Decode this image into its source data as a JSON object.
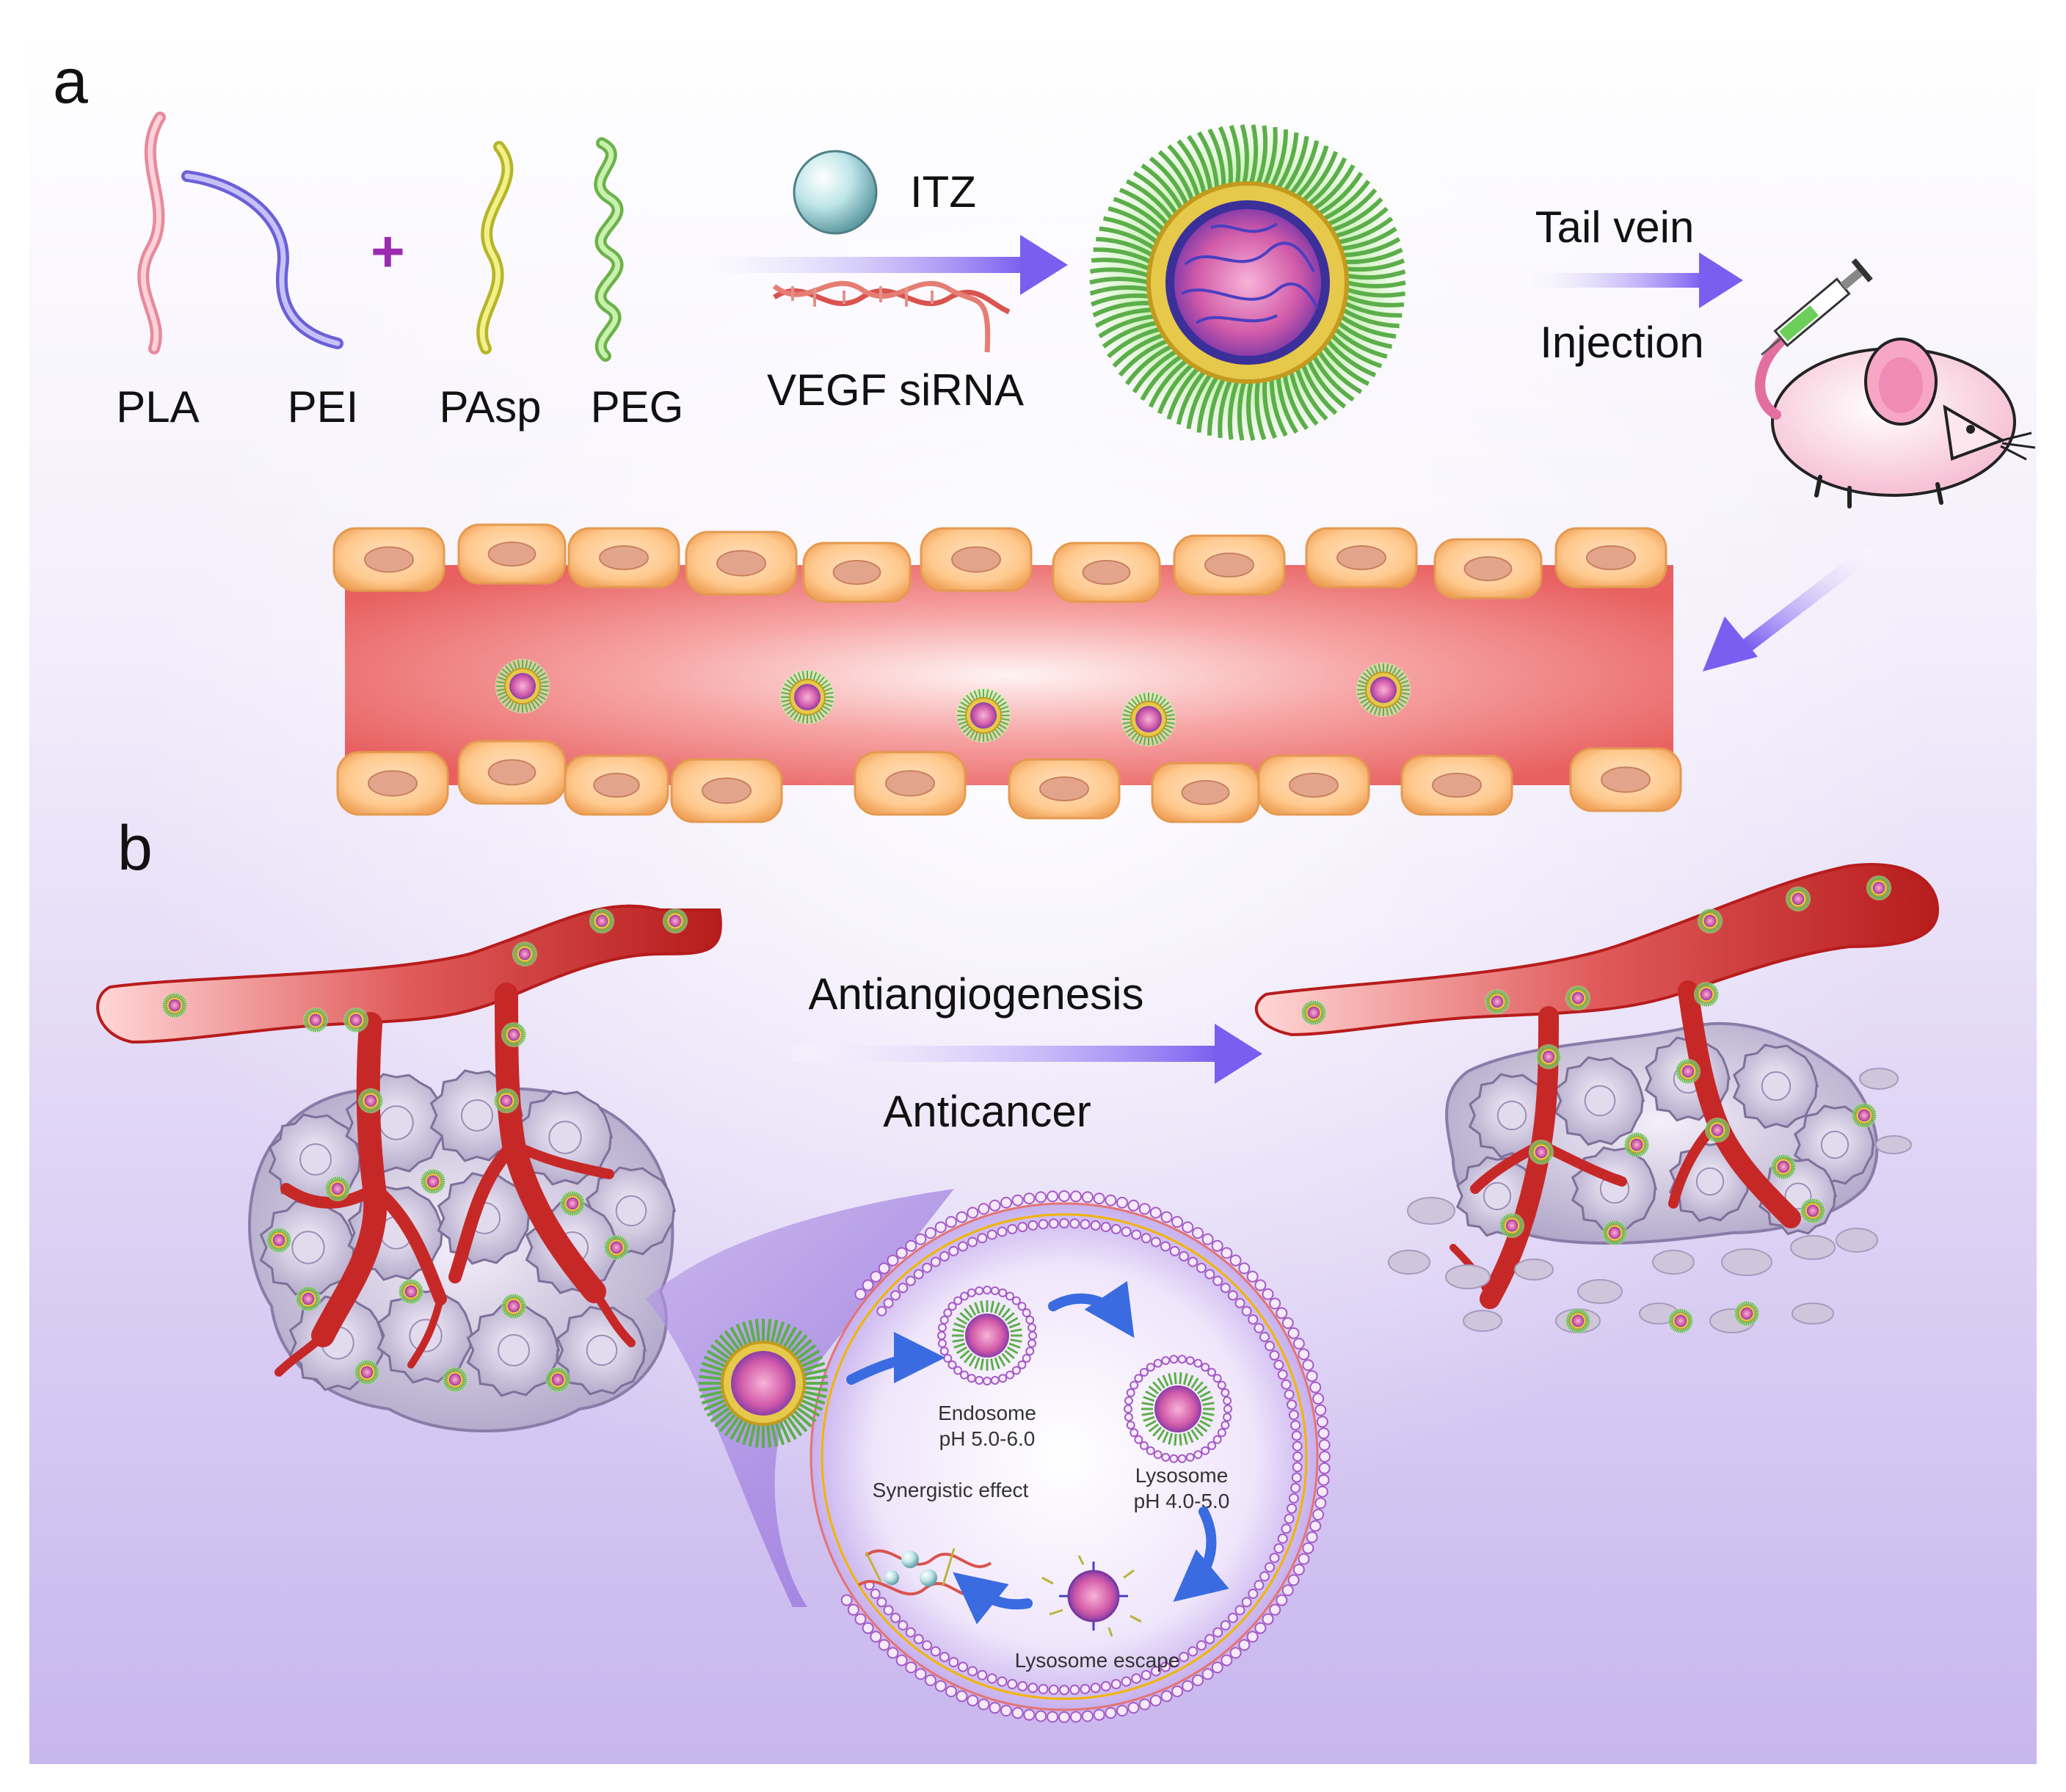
{
  "panels": {
    "a": {
      "letter": "a"
    },
    "b": {
      "letter": "b"
    }
  },
  "materials": {
    "polymers": [
      "PLA",
      "PEI",
      "PAsp",
      "PEG"
    ],
    "plus": "+",
    "drug": "ITZ",
    "gene": "VEGF siRNA"
  },
  "route": {
    "line1": "Tail vein",
    "line2": "Injection"
  },
  "effects": {
    "line1": "Antiangiogenesis",
    "line2": "Anticancer"
  },
  "cell": {
    "endosome": "Endosome",
    "endosome_ph": "pH 5.0-6.0",
    "lysosome": "Lysosome",
    "lysosome_ph": "pH 4.0-5.0",
    "escape": "Lysosome escape",
    "synergy": "Synergistic effect"
  },
  "colors": {
    "PLA": "#f4a9b8",
    "PEI": "#8c82e6",
    "PAsp": "#d8d84a",
    "PEG": "#8cd36e",
    "arrow": "#7a5ef0",
    "vessel": "#c62828",
    "background_light": "#ffffff",
    "background_violet": "#c9b7ee"
  },
  "icons": [
    "itz-sphere-icon",
    "sirna-helix-icon",
    "micelle-icon",
    "mouse-icon",
    "syringe-icon"
  ]
}
